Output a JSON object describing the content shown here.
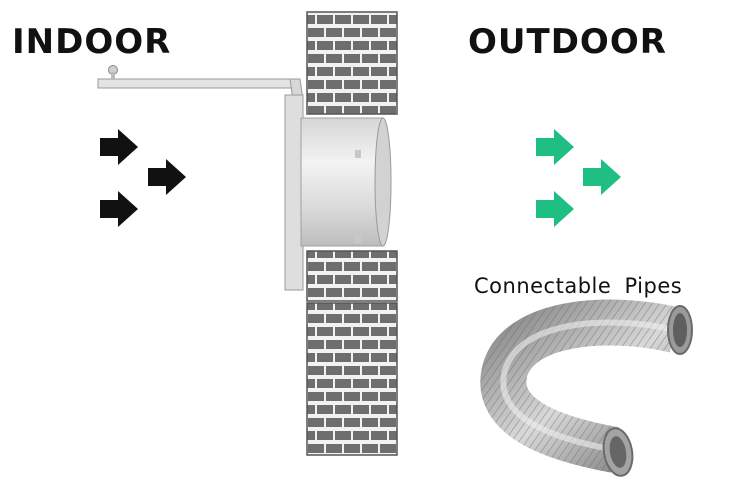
{
  "labels": {
    "indoor": "INDOOR",
    "outdoor": "OUTDOOR",
    "pipes": "Connectable Pipes"
  },
  "colors": {
    "indoor_arrow": "#111111",
    "outdoor_arrow": "#1fbf83",
    "brick": "#6e6e6e",
    "mortar": "#f2f2f2",
    "fan_body": "#e6e6e6"
  }
}
